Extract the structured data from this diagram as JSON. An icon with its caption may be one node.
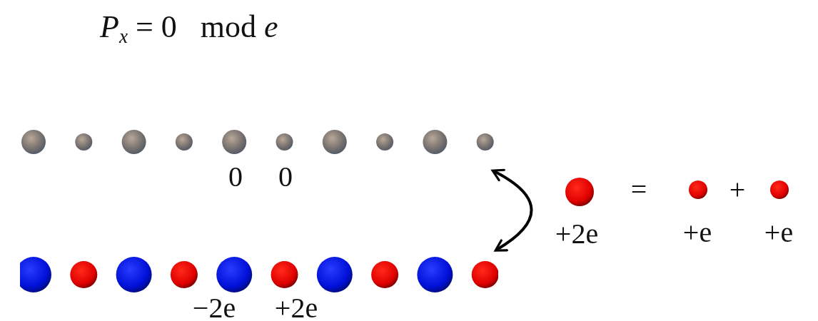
{
  "diagram": {
    "title": "*P*$_{x}$ = 0   mod *e*",
    "nodes": [
      {
        "text": [],
        "shape": "picture",
        "beside": [
          "0",
          "0"
        ]
      },
      {
        "text": [],
        "shape": "picture",
        "beside": [
          "−2e",
          "+2e"
        ]
      },
      {
        "text": [],
        "shape": "circle",
        "beside": [
          "+2e"
        ]
      },
      {
        "text": [],
        "shape": "circle",
        "beside": [
          "+e"
        ]
      },
      {
        "text": [],
        "shape": "circle",
        "beside": [
          "+e"
        ]
      }
    ],
    "edges": [
      {
        "from": 0,
        "to": 1,
        "arrow": "both"
      }
    ],
    "labels": [
      "=",
      "+"
    ]
  }
}
